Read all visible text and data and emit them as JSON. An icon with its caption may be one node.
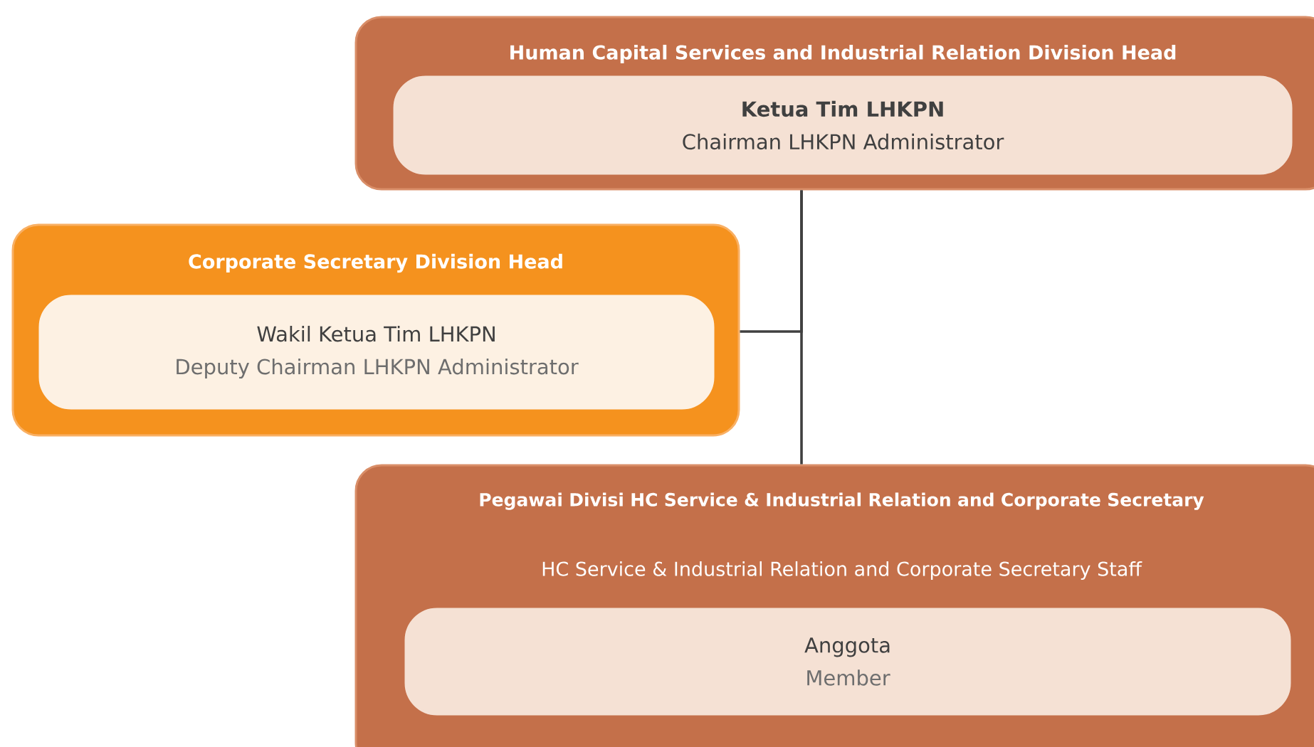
{
  "diagram": {
    "nodes": [
      {
        "text": [
          "Human Capital Services and Industrial Relation Division Head"
        ]
      },
      {
        "text": [
          "Ketua Tim LHKPN",
          "Chairman LHKPN Administrator"
        ],
        "in": 0
      },
      {
        "text": [
          "Corporate Secretary Division Head"
        ]
      },
      {
        "text": [
          "Wakil Ketua Tim LHKPN",
          "Deputy Chairman LHKPN Administrator"
        ],
        "in": 2
      },
      {
        "text": [
          "Pegawai Divisi HC Service & Industrial Relation and Corporate Secretary",
          "HC Service & Industrial Relation and Corporate Secretary Staff"
        ]
      },
      {
        "text": [
          "Anggota",
          "Member"
        ],
        "in": 4
      }
    ],
    "edges": [
      {
        "from": 0,
        "to": 4,
        "arrow": "none"
      },
      {
        "from": 2,
        "to": 0,
        "arrow": "none"
      }
    ]
  }
}
